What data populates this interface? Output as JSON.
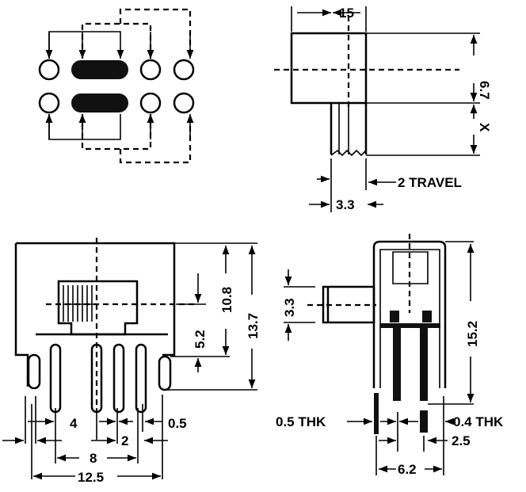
{
  "diagram": {
    "title_hidden": null,
    "top_view_dims": {
      "width": "15",
      "height": "6.7",
      "actuator": "X",
      "travel": "2 TRAVEL",
      "actuator_width": "3.3"
    },
    "front_view_dims": {
      "pitch_inner": "4",
      "pitch_small": "2",
      "pin_width": "0.5",
      "pitch_8": "8",
      "overall_width": "12.5",
      "actuator_center": "5.2",
      "body_height": "10.8",
      "total_height": "13.7"
    },
    "side_view_dims": {
      "actuator_height": "3.3",
      "total_height": "15.2",
      "left_thk": "0.5 THK",
      "right_thk": "0.4 THK",
      "pin_offset": "2.5",
      "width": "6.2"
    }
  }
}
